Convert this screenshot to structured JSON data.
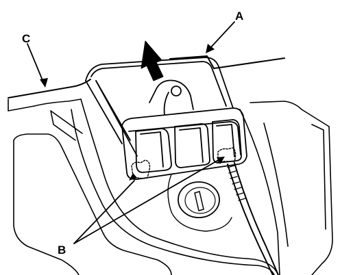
{
  "callouts": {
    "a": "A",
    "b": "B",
    "c": "C"
  },
  "colors": {
    "ink": "#000000",
    "background": "#ffffff"
  }
}
